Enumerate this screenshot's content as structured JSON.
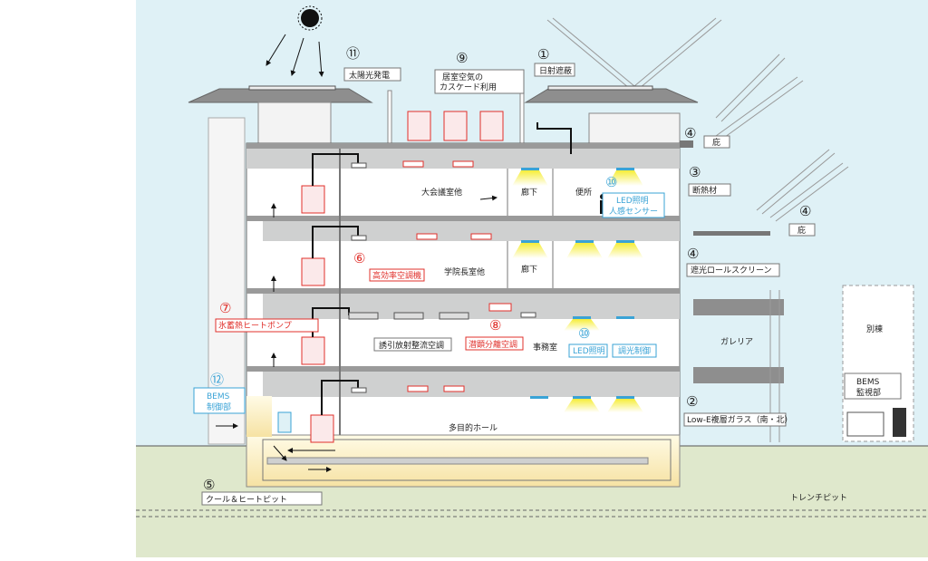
{
  "labels": {
    "n1": "①",
    "solar_shading": "日射遮蔽",
    "n11": "⑪",
    "solar_power": "太陽光発電",
    "n9": "⑨",
    "cascade_1": "居室空気の",
    "cascade_2": "カスケード利用",
    "n4a": "④",
    "eave_a": "庇",
    "n3": "③",
    "insulation": "断熱材",
    "n4b": "④",
    "eave_b": "庇",
    "n4c": "④",
    "roll_screen": "遮光ロールスクリーン",
    "n2": "②",
    "lowe_glass": "Low-E複層ガラス（南・北）",
    "n5": "⑤",
    "cool_heat_pit": "クール＆ヒートピット",
    "trench_pit": "トレンチピット",
    "n6": "⑥",
    "high_eff_ac": "高効率空調機",
    "n7": "⑦",
    "ice_heat_pump": "氷蓄熱ヒートポンプ",
    "n8": "⑧",
    "latent_ac": "潜顕分離空調",
    "n10a": "⑩",
    "led_sensor_1": "LED照明",
    "led_sensor_2": "人感センサー",
    "n10b": "⑩",
    "led": "LED照明",
    "dimming": "調光制御",
    "n12": "⑫",
    "bems_ctrl_1": "BEMS",
    "bems_ctrl_2": "制御部",
    "bems_mon_1": "BEMS",
    "bems_mon_2": "監視部",
    "annex": "別棟",
    "gallery": "ガレリア",
    "room_conf": "大会議室他",
    "corridor_1": "廊下",
    "toilet": "便所",
    "room_dean": "学院長室他",
    "corridor_2": "廊下",
    "induction_ac": "誘引放射整流空調",
    "office": "事務室",
    "multi_hall": "多目的ホール"
  },
  "colors": {
    "sky": "#dff1f6",
    "ground": "#dfe8cc",
    "red": "#e0302b",
    "blue": "#3aa3d6",
    "slab": "#9a9a9a",
    "ceiling_void": "#cfd0d0",
    "led": "#f2ea3a"
  }
}
